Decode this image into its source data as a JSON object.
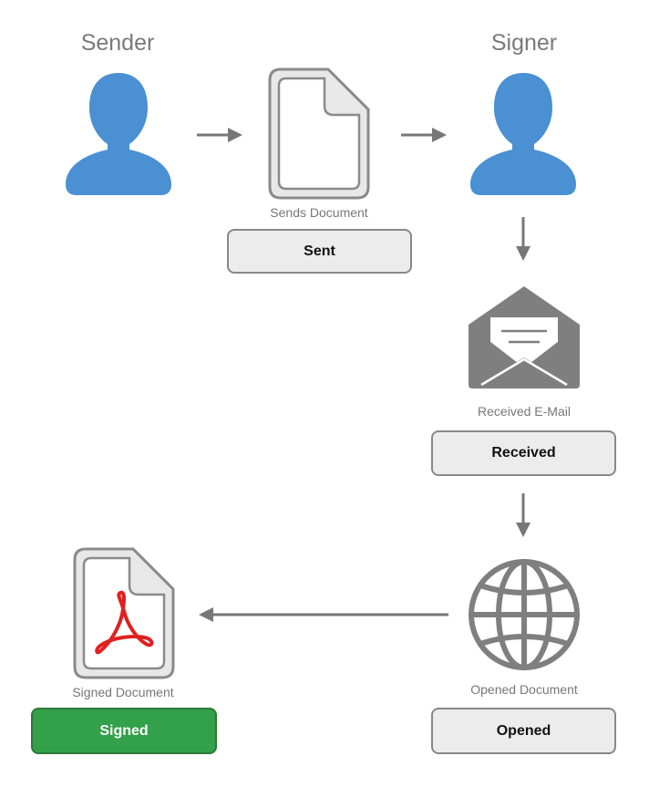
{
  "actors": {
    "sender_label": "Sender",
    "signer_label": "Signer"
  },
  "steps": {
    "sends_caption": "Sends Document",
    "sent_status": "Sent",
    "received_caption": "Received E-Mail",
    "received_status": "Received",
    "opened_caption": "Opened Document",
    "opened_status": "Opened",
    "signed_caption": "Signed Document",
    "signed_status": "Signed"
  },
  "colors": {
    "person": "#4a90d2",
    "icon_gray": "#7f7f7f",
    "arrow": "#777777",
    "signed_green": "#33a04a",
    "pdf_red": "#e02020"
  },
  "icons": [
    "user-icon",
    "document-icon",
    "envelope-icon",
    "globe-icon",
    "pdf-icon"
  ]
}
